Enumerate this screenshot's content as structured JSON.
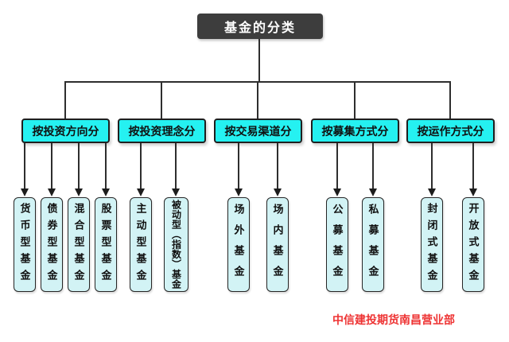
{
  "title": "基金的分类",
  "groups": [
    {
      "label": "按投资方向分",
      "children": [
        "货币型基金",
        "债券型基金",
        "混合型基金",
        "股票型基金"
      ]
    },
    {
      "label": "按投资理念分",
      "children": [
        "主动型基金",
        "被动型（指数）基金"
      ]
    },
    {
      "label": "按交易渠道分",
      "children": [
        "场外基金",
        "场内基金"
      ]
    },
    {
      "label": "按募集方式分",
      "children": [
        "公募基金",
        "私募基金"
      ]
    },
    {
      "label": "按运作方式分",
      "children": [
        "封闭式基金",
        "开放式基金"
      ]
    }
  ],
  "watermark": "中信建投期货南昌营业部",
  "colors": {
    "root_fill": "#3d3d3d",
    "root_text": "#ffffff",
    "category_fill": "#25f1f1",
    "leaf_fill": "#d2f3f5",
    "line": "#2e2e2e",
    "watermark_red": "#ee3333"
  }
}
